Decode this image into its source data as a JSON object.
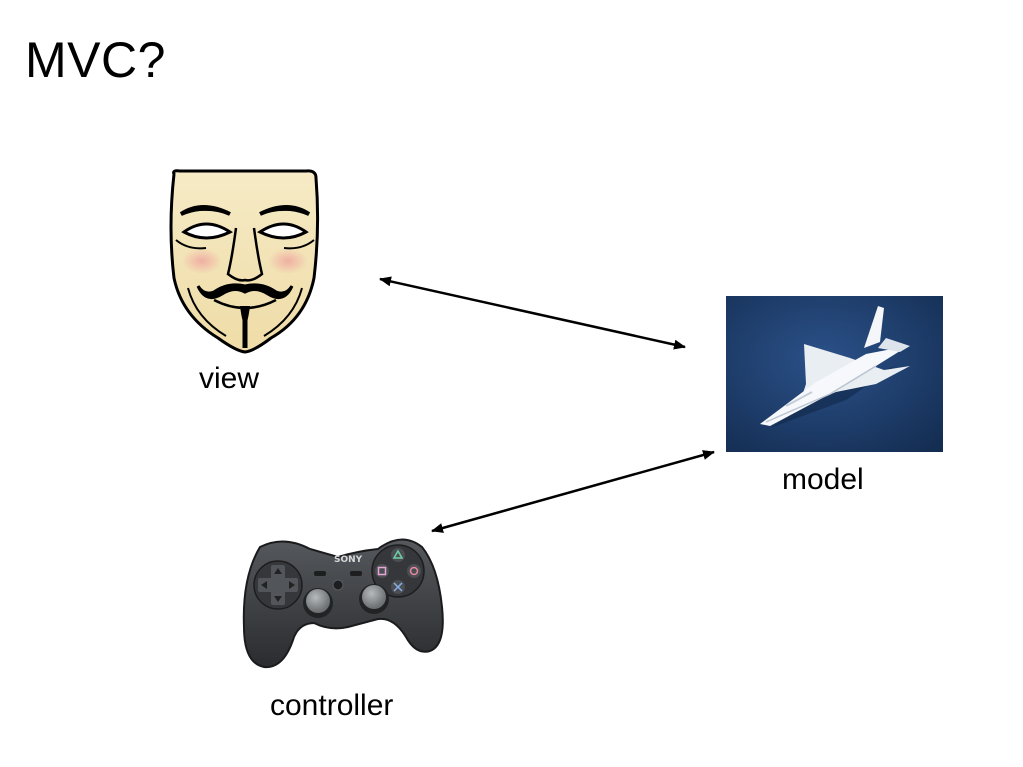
{
  "slide": {
    "title": "MVC?"
  },
  "nodes": {
    "view": {
      "label": "view",
      "icon": "mask-icon"
    },
    "model": {
      "label": "model",
      "icon": "paper-airplane-photo"
    },
    "controller": {
      "label": "controller",
      "icon": "gamepad-icon"
    }
  },
  "edges": [
    {
      "from": "view",
      "to": "model",
      "direction": "bidirectional"
    },
    {
      "from": "controller",
      "to": "model",
      "direction": "bidirectional"
    }
  ],
  "gamepad": {
    "brand_text": "SONY"
  },
  "colors": {
    "model_background": "#1c3b66",
    "mask_face": "#f3e3b5",
    "gamepad_body": "#3a3c3f"
  }
}
